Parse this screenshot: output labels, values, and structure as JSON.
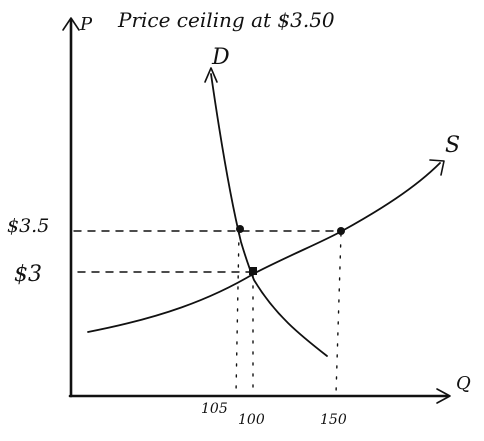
{
  "title": "Price ceiling at $3.50",
  "axes": {
    "y_label": "P",
    "x_label": "Q"
  },
  "curves": {
    "demand_label": "D",
    "supply_label": "S"
  },
  "price_labels": {
    "ceiling": "$3.5",
    "equilibrium": "$3"
  },
  "quantity_labels": {
    "q_105": "105",
    "q_100": "100",
    "q_150": "150"
  },
  "colors": {
    "ink": "#111111",
    "background": "#ffffff"
  }
}
